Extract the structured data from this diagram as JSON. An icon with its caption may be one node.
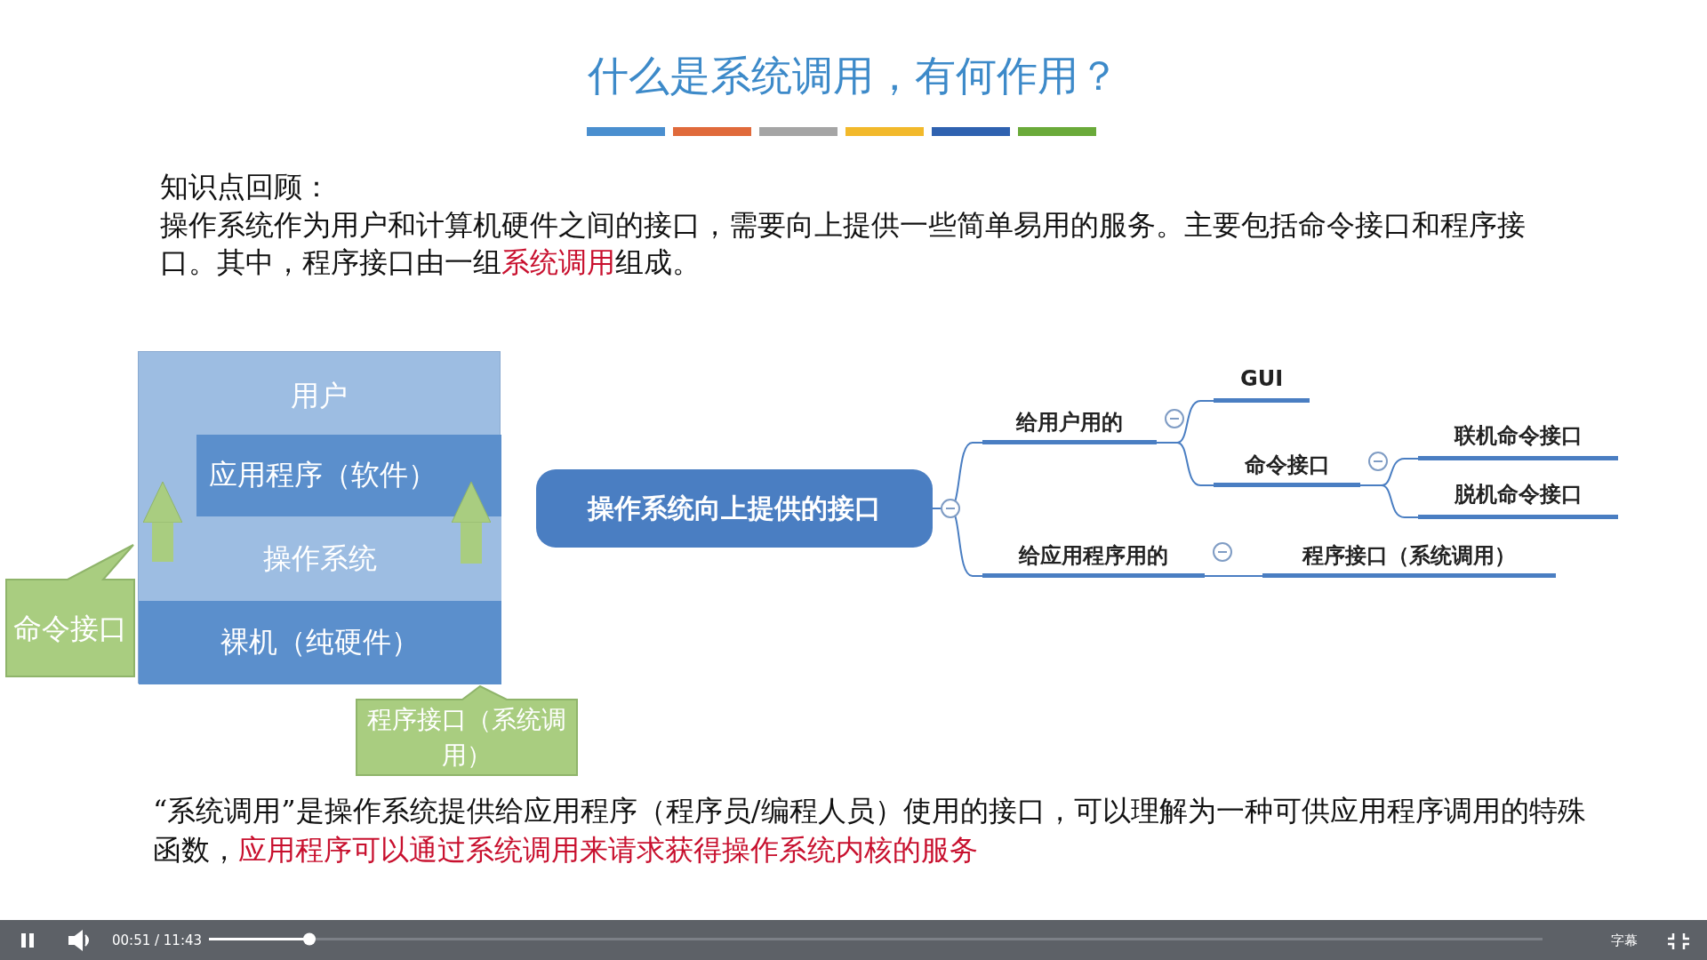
{
  "diagram": {
    "title": "什么是系统调用，有何作用？",
    "nodes": [
      {
        "text": [
          "用户"
        ]
      },
      {
        "text": [
          "应用程序（软件）"
        ],
        "in": 0
      },
      {
        "text": [
          "操作系统"
        ],
        "in": 0
      },
      {
        "text": [
          "裸机（纯硬件）"
        ],
        "in": 0
      },
      {
        "text": [
          "命令接口"
        ]
      },
      {
        "text": [
          "程序接口（系统调用）"
        ]
      },
      {
        "text": [
          "操作系统向上提供的接口"
        ]
      },
      {
        "text": [
          "给用户用的"
        ]
      },
      {
        "text": [
          "给应用程序用的"
        ]
      },
      {
        "text": [
          "GUI"
        ]
      },
      {
        "text": [
          "命令接口"
        ]
      },
      {
        "text": [
          "联机命令接口"
        ]
      },
      {
        "text": [
          "脱机命令接口"
        ]
      },
      {
        "text": [
          "程序接口（系统调用）"
        ]
      }
    ],
    "edges": [
      {
        "from": 2,
        "to": 0,
        "arrow": "to",
        "style": "thick",
        "color": "#a9cd80"
      },
      {
        "from": 2,
        "to": 1,
        "arrow": "to",
        "style": "thick",
        "color": "#a9cd80"
      },
      {
        "from": 6,
        "to": 7,
        "arrow": "none"
      },
      {
        "from": 6,
        "to": 8,
        "arrow": "none"
      },
      {
        "from": 7,
        "to": 9,
        "arrow": "none"
      },
      {
        "from": 7,
        "to": 10,
        "arrow": "none"
      },
      {
        "from": 10,
        "to": 11,
        "arrow": "none"
      },
      {
        "from": 10,
        "to": 12,
        "arrow": "none"
      },
      {
        "from": 8,
        "to": 13,
        "arrow": "none"
      }
    ],
    "labels": [
      "知识点回顾：",
      "操作系统作为用户和计算机硬件之间的接口，需要向上提供一些简单易用的服务。主要包括命令接口和程序接口。其中，程序接口由一组**系统调用**组成。",
      "“系统调用”是操作系统提供给应用程序（程序员/编程人员）使用的接口，可以理解为一种可供应用程序调用的特殊函数，**应用程序可以通过系统调用来请求获得操作系统内核的服务**",
      "00:51 / 11:43",
      "字幕"
    ]
  }
}
